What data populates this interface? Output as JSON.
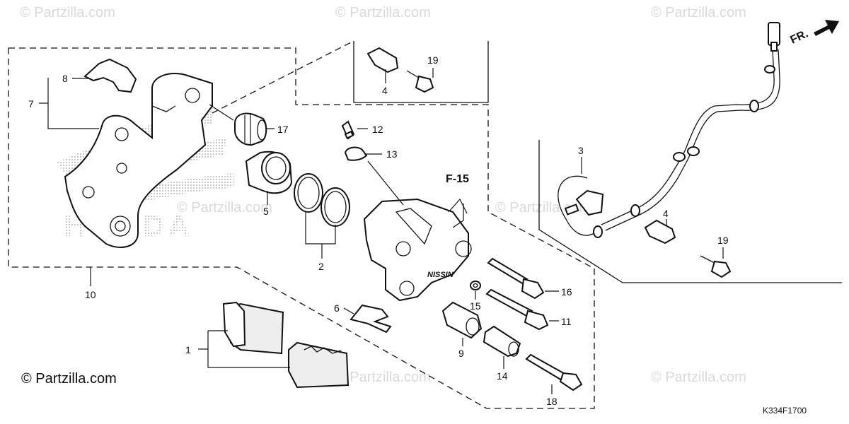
{
  "watermarks": [
    "© Partzilla.com",
    "© Partzilla.com",
    "© Partzilla.com",
    "© Partzilla.com",
    "© Partzilla.com",
    "© Partzilla.com",
    "© Partzilla.com"
  ],
  "credit": "© Partzilla.com",
  "diagram_code": "K334F1700",
  "front_label": "FR.",
  "ref_label": "F-15",
  "brand_logo": "HONDA",
  "caliper_marking": "NISSIN",
  "callouts": {
    "c1": "1",
    "c2": "2",
    "c3": "3",
    "c4a": "4",
    "c4b": "4",
    "c5": "5",
    "c6": "6",
    "c7": "7",
    "c8": "8",
    "c9": "9",
    "c10": "10",
    "c11": "11",
    "c12": "12",
    "c13": "13",
    "c14": "14",
    "c15": "15",
    "c16": "16",
    "c17": "17",
    "c18": "18",
    "c19a": "19",
    "c19b": "19"
  }
}
